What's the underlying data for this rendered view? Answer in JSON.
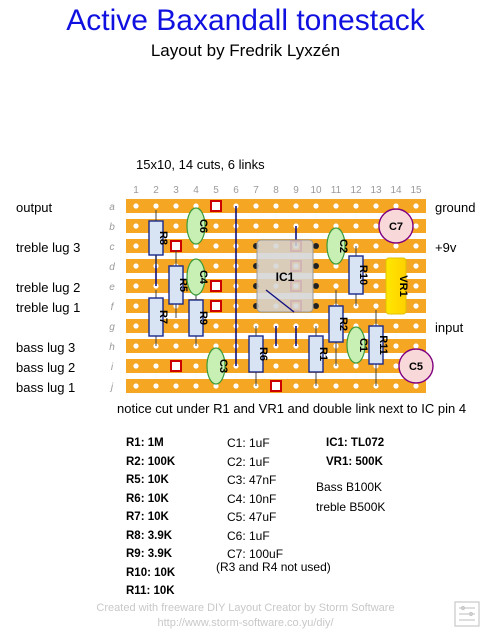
{
  "title": "Active Baxandall tonestack",
  "subtitle": "Layout by Fredrik Lyxzén",
  "board_info": "15x10, 14 cuts, 6 links",
  "columns": [
    "1",
    "2",
    "3",
    "4",
    "5",
    "6",
    "7",
    "8",
    "9",
    "10",
    "11",
    "12",
    "13",
    "14",
    "15"
  ],
  "rows": [
    "a",
    "b",
    "c",
    "d",
    "e",
    "f",
    "g",
    "h",
    "i",
    "j"
  ],
  "left_labels": {
    "a": "output",
    "c": "treble lug 3",
    "e": "treble lug 2",
    "f": "treble lug 1",
    "h": "bass lug 3",
    "i": "bass lug 2",
    "j": "bass lug 1"
  },
  "right_labels": {
    "a": "ground",
    "c": "+9v",
    "g": "input"
  },
  "component_labels": {
    "R8": "R8",
    "R5": "R5",
    "R7": "R7",
    "R9": "R9",
    "R6": "R6",
    "R1": "R1",
    "R2": "R2",
    "R10": "R10",
    "R11": "R11",
    "C6": "C6",
    "C4": "C4",
    "C3": "C3",
    "C2": "C2",
    "C1": "C1",
    "C7": "C7",
    "C5": "C5",
    "IC1": "IC1",
    "VR1": "VR1"
  },
  "notice": "notice cut under R1 and VR1 and double link next to IC pin 4",
  "bom": {
    "resistors": [
      "R1: 1M",
      "R2: 100K",
      "R5: 10K",
      "R6: 10K",
      "R7: 10K",
      "R8: 3.9K",
      "R9: 3.9K",
      "R10: 10K",
      "R11: 10K"
    ],
    "capacitors": [
      "C1: 1uF",
      "C2: 1uF",
      "C3: 47nF",
      "C4: 10nF",
      "C5: 47uF",
      "C6: 1uF",
      "C7: 100uF"
    ],
    "others": [
      "IC1: TL072",
      "VR1: 500K"
    ],
    "pots": [
      "Bass B100K",
      "treble B500K"
    ],
    "note": "(R3 and R4 not used)"
  },
  "footer": {
    "line1": "Created with freeware DIY Layout Creator by Storm Software",
    "line2": "http://www.storm-software.co.yu/diy/"
  },
  "colors": {
    "title": "#1010e0",
    "strip": "#f5a623",
    "hole": "#ffffff",
    "cut": "#cc0000",
    "cap_film": "#c8f0b4",
    "cap_elec": "#f8d8d8",
    "cap_elec_border": "#800080",
    "resistor": "#d8e4f4",
    "resistor_border": "#1a2a8a",
    "ic": "#d4d4d4",
    "trimmer": "#ffee00",
    "link": "#101080"
  }
}
